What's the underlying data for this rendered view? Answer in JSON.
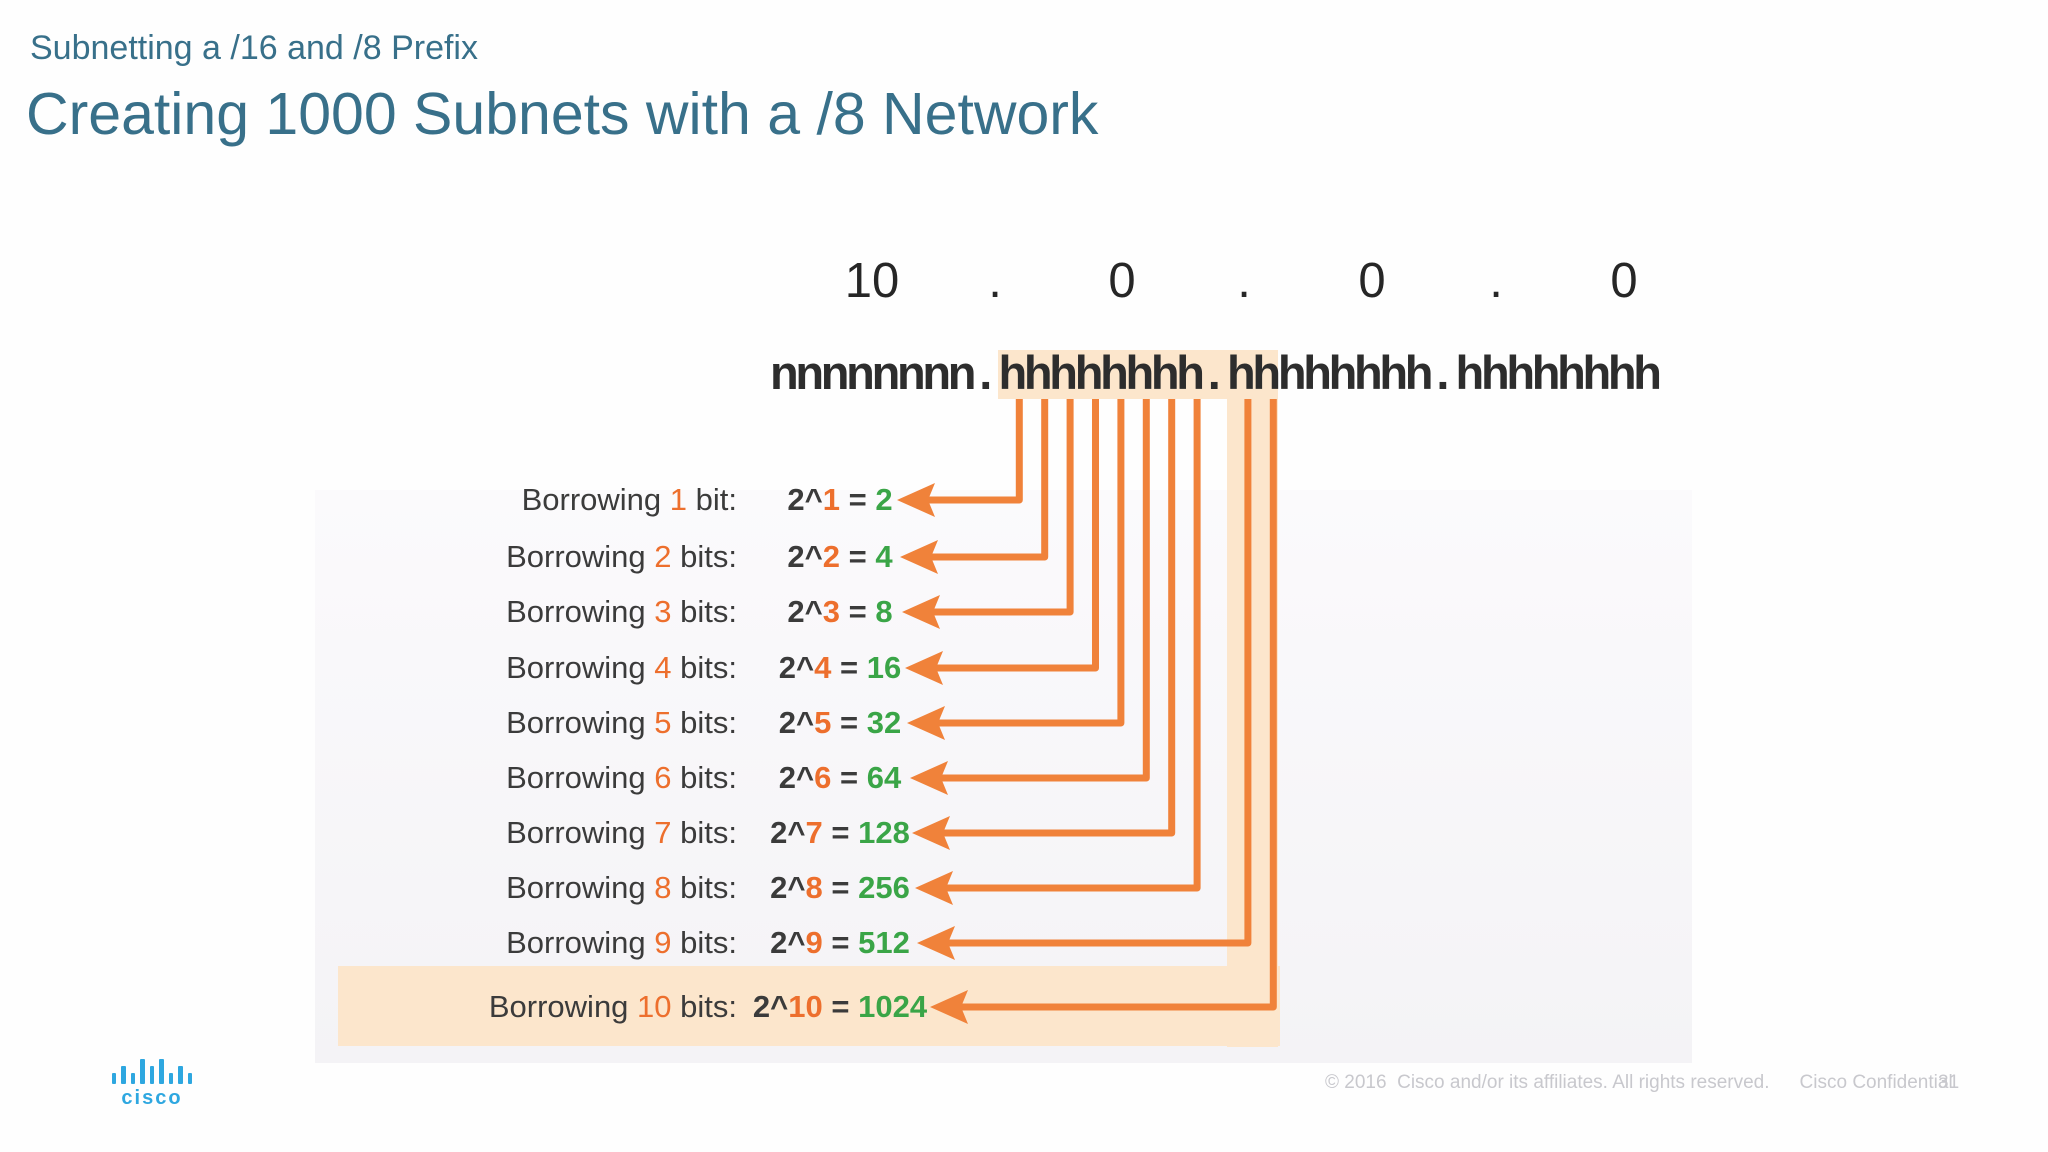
{
  "slide": {
    "subtitle": "Subnetting a /16 and /8 Prefix",
    "title": "Creating 1000 Subnets with a /8 Network"
  },
  "ip": {
    "octets": [
      "10",
      "0",
      "0",
      "0"
    ],
    "separator": "."
  },
  "binary": {
    "string": "nnnnnnnn.hhhhhhhh.hhhhhhhh.hhhhhhhh",
    "highlight_start_index": 9,
    "highlight_end_index": 19,
    "borrowed_cell_indices": [
      9,
      10,
      11,
      12,
      13,
      14,
      15,
      16,
      18,
      19
    ]
  },
  "rows": [
    {
      "label_prefix": "Borrowing ",
      "bits": "1",
      "label_suffix": " bit:",
      "base": "2^",
      "exponent": "1",
      "equals": " = ",
      "result": "2"
    },
    {
      "label_prefix": "Borrowing ",
      "bits": "2",
      "label_suffix": " bits:",
      "base": "2^",
      "exponent": "2",
      "equals": " = ",
      "result": "4"
    },
    {
      "label_prefix": "Borrowing ",
      "bits": "3",
      "label_suffix": " bits:",
      "base": "2^",
      "exponent": "3",
      "equals": " = ",
      "result": "8"
    },
    {
      "label_prefix": "Borrowing ",
      "bits": "4",
      "label_suffix": " bits:",
      "base": "2^",
      "exponent": "4",
      "equals": " = ",
      "result": "16"
    },
    {
      "label_prefix": "Borrowing ",
      "bits": "5",
      "label_suffix": " bits:",
      "base": "2^",
      "exponent": "5",
      "equals": " = ",
      "result": "32"
    },
    {
      "label_prefix": "Borrowing ",
      "bits": "6",
      "label_suffix": " bits:",
      "base": "2^",
      "exponent": "6",
      "equals": " = ",
      "result": "64"
    },
    {
      "label_prefix": "Borrowing ",
      "bits": "7",
      "label_suffix": " bits:",
      "base": "2^",
      "exponent": "7",
      "equals": " = ",
      "result": "128"
    },
    {
      "label_prefix": "Borrowing ",
      "bits": "8",
      "label_suffix": " bits:",
      "base": "2^",
      "exponent": "8",
      "equals": " = ",
      "result": "256"
    },
    {
      "label_prefix": "Borrowing ",
      "bits": "9",
      "label_suffix": " bits:",
      "base": "2^",
      "exponent": "9",
      "equals": " = ",
      "result": "512"
    },
    {
      "label_prefix": "Borrowing ",
      "bits": "10",
      "label_suffix": " bits:",
      "base": "2^",
      "exponent": "10",
      "equals": " = ",
      "result": "1024"
    }
  ],
  "footer": {
    "brand": "cisco",
    "copyright": "© 2016  Cisco and/or its affiliates. All rights reserved.",
    "confidential": "Cisco Confidential",
    "page": "31"
  },
  "colors": {
    "accent_teal": "#38708a",
    "orange_text": "#ed6f2d",
    "arrow_orange": "#f0823a",
    "green": "#3aa547",
    "peach_highlight": "#fce6cc",
    "text_dark": "#3b3b3b",
    "cisco_blue": "#2ea7e0",
    "footer_gray": "#c8c8cd"
  }
}
